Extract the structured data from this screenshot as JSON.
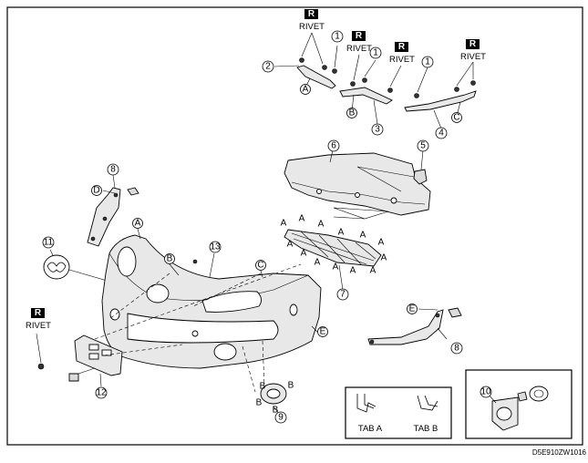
{
  "callouts": {
    "n1": "1",
    "n2": "2",
    "n3": "3",
    "n4": "4",
    "n5": "5",
    "n6": "6",
    "n7": "7",
    "n8": "8",
    "n9": "9",
    "n10": "10",
    "n11": "11",
    "n12": "12",
    "n13": "13"
  },
  "letters": {
    "a": "A",
    "b": "B",
    "c": "C",
    "d": "D",
    "e": "E"
  },
  "rivet": {
    "badge": "R",
    "label": "RIVET"
  },
  "tabs": {
    "tab_a": "TAB A",
    "tab_b": "TAB B"
  },
  "figure_code": "D5E910ZW1016"
}
